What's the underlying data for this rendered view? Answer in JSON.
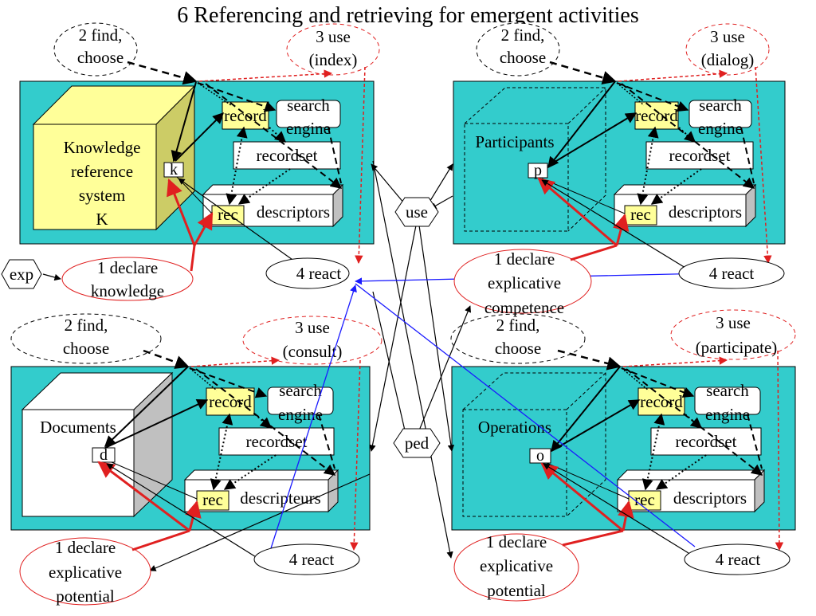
{
  "title": "6 Referencing and retrieving for emergent activities",
  "colors": {
    "panel": "#33cccc",
    "cube_knowledge_front": "#ffff99",
    "cube_knowledge_side": "#cccc66",
    "cube_documents_side": "#c0c0c0",
    "record_fill": "#ffff99",
    "arrow_red": "#e02020",
    "arrow_blue": "#1a1aff",
    "ellipse_red": "#e02020"
  },
  "icons": {
    "descriptor_box": "3d-box",
    "entity_cube": "3d-cube",
    "hexagon_node": "hexagon"
  },
  "panels": {
    "knowledge": {
      "cube_label_lines": [
        "Knowledge",
        "reference",
        "system",
        "K"
      ],
      "item_key": "k",
      "record": "record",
      "search_lines": [
        "search",
        "engine"
      ],
      "recordset": "recordset",
      "rec": "rec",
      "descriptors": "descriptors",
      "find_lines": [
        "2 find,",
        "choose"
      ],
      "use_lines": [
        "3 use",
        "(index)"
      ],
      "declare_lines": [
        "1 declare",
        "knowledge"
      ],
      "react": "4 react"
    },
    "participants": {
      "cube_label": "Participants",
      "item_key": "p",
      "record": "record",
      "search_lines": [
        "search",
        "engine"
      ],
      "recordset": "recordset",
      "rec": "rec",
      "descriptors": "descriptors",
      "find_lines": [
        "2 find,",
        "choose"
      ],
      "use_lines": [
        "3 use",
        "(dialog)"
      ],
      "declare_lines": [
        "1 declare",
        "explicative",
        "competence"
      ],
      "react": "4 react"
    },
    "documents": {
      "cube_label": "Documents",
      "item_key": "d",
      "record": "record",
      "search_lines": [
        "search",
        "engine"
      ],
      "recordset": "recordset",
      "rec": "rec",
      "descriptors": "descripteurs",
      "find_lines": [
        "2 find,",
        "choose"
      ],
      "use_lines": [
        "3 use",
        "(consult)"
      ],
      "declare_lines": [
        "1 declare",
        "explicative",
        "potential"
      ],
      "react": "4 react"
    },
    "operations": {
      "cube_label": "Operations",
      "item_key": "o",
      "record": "record",
      "search_lines": [
        "search",
        "engine"
      ],
      "recordset": "recordset",
      "rec": "rec",
      "descriptors": "descriptors",
      "find_lines": [
        "2 find,",
        "choose"
      ],
      "use_lines": [
        "3 use",
        "(participate)"
      ],
      "declare_lines": [
        "1 declare",
        "explicative",
        "potential"
      ],
      "react": "4 react"
    }
  },
  "nodes": {
    "exp": "exp",
    "use": "use",
    "ped": "ped"
  }
}
